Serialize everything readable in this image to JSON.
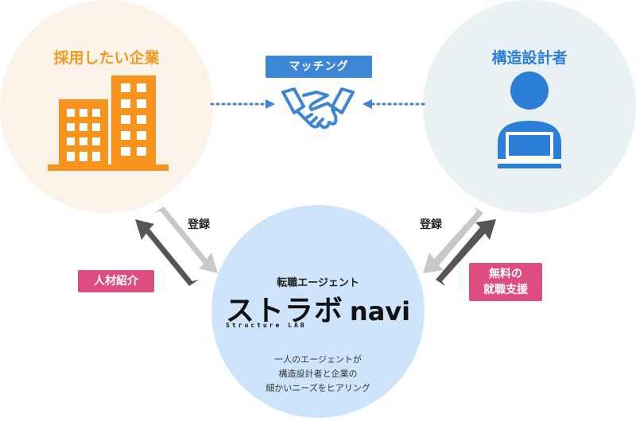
{
  "nodes": {
    "company": {
      "title": "採用したい企業"
    },
    "engineer": {
      "title": "構造設計者"
    },
    "agent": {
      "label": "転職エージェント",
      "logo_main": "ストラボ",
      "logo_navi": "navi",
      "logo_sub": "Structure LAB",
      "description": [
        "一人のエージェントが",
        "構造設計者と企業の",
        "細かいニーズをヒアリング"
      ]
    }
  },
  "badges": {
    "matching": "マッチング",
    "introduction": "人材紹介",
    "support_line1": "無料の",
    "support_line2": "就職支援"
  },
  "labels": {
    "register_left": "登録",
    "register_right": "登録"
  },
  "colors": {
    "company_orange": "#f7941d",
    "engineer_blue": "#2c7fd6",
    "badge_blue": "#3d86d6",
    "badge_pink": "#dd4d80",
    "arrow_dark": "#555555",
    "arrow_light": "#c8c8c8"
  },
  "icons": [
    "building-icon",
    "handshake-icon",
    "person-laptop-icon",
    "dotted-arrow-icon"
  ]
}
